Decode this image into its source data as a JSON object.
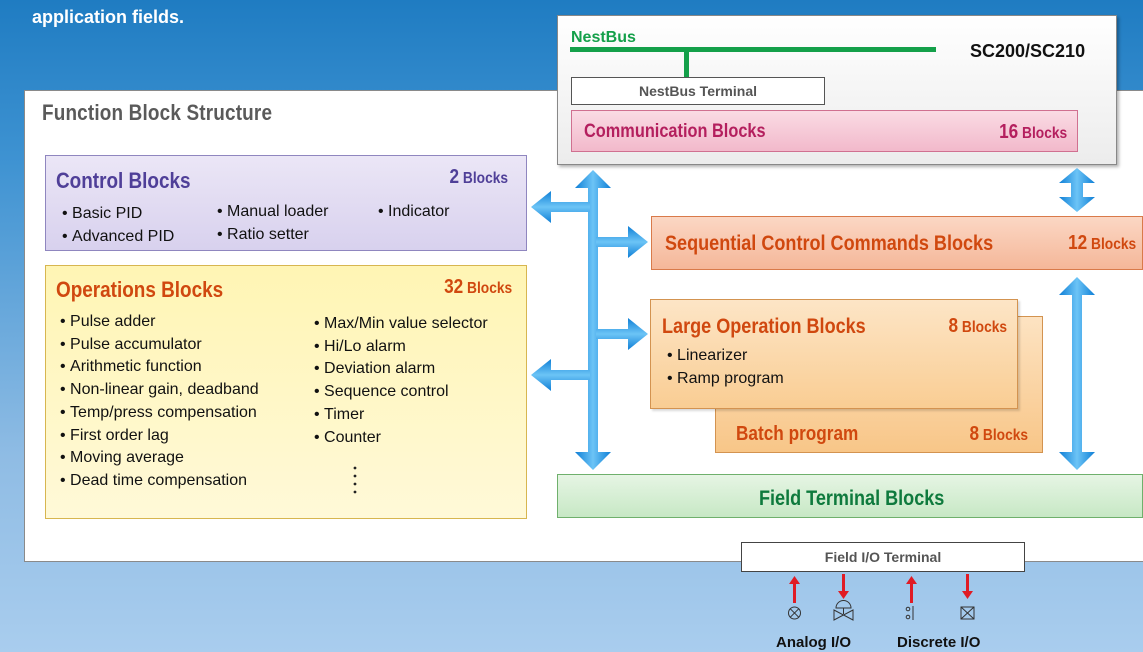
{
  "intro_text": "application fields.",
  "main": {
    "title": "Function Block Structure"
  },
  "sc": {
    "nestbus_label": "NestBus",
    "model": "SC200/SC210",
    "nestbus_terminal": "NestBus Terminal",
    "comm": {
      "title": "Communication Blocks",
      "count": "16",
      "unit": "Blocks"
    }
  },
  "control": {
    "title": "Control Blocks",
    "count": "2",
    "unit": "Blocks",
    "col1": [
      "Basic PID",
      "Advanced PID"
    ],
    "col2": [
      "Manual loader",
      "Ratio setter"
    ],
    "col3": [
      "Indicator"
    ]
  },
  "operations": {
    "title": "Operations Blocks",
    "count": "32",
    "unit": "Blocks",
    "col1": [
      "Pulse adder",
      "Pulse accumulator",
      "Arithmetic function",
      "Non-linear gain, deadband",
      "Temp/press compensation",
      "First order lag",
      "Moving average",
      "Dead time compensation"
    ],
    "col2": [
      "Max/Min value selector",
      "Hi/Lo alarm",
      "Deviation alarm",
      "Sequence control",
      "Timer",
      "Counter"
    ]
  },
  "sequential": {
    "title": "Sequential Control Commands Blocks",
    "count": "12",
    "unit": "Blocks"
  },
  "large": {
    "title": "Large Operation Blocks",
    "count": "8",
    "unit": "Blocks",
    "items": [
      "Linearizer",
      "Ramp program"
    ]
  },
  "batch": {
    "title": "Batch program",
    "count": "8",
    "unit": "Blocks"
  },
  "field": {
    "title": "Field Terminal Blocks"
  },
  "fio": {
    "title": "Field I/O Terminal",
    "analog_label": "Analog I/O",
    "discrete_label": "Discrete I/O"
  },
  "colors": {
    "arrow_blue": "#1a8fe0",
    "nestbus_green": "#14a04a",
    "io_red": "#e01b24"
  },
  "icons": [
    "bidirectional-arrow",
    "sensor-icon",
    "valve-icon",
    "switch-icon",
    "contact-icon"
  ]
}
